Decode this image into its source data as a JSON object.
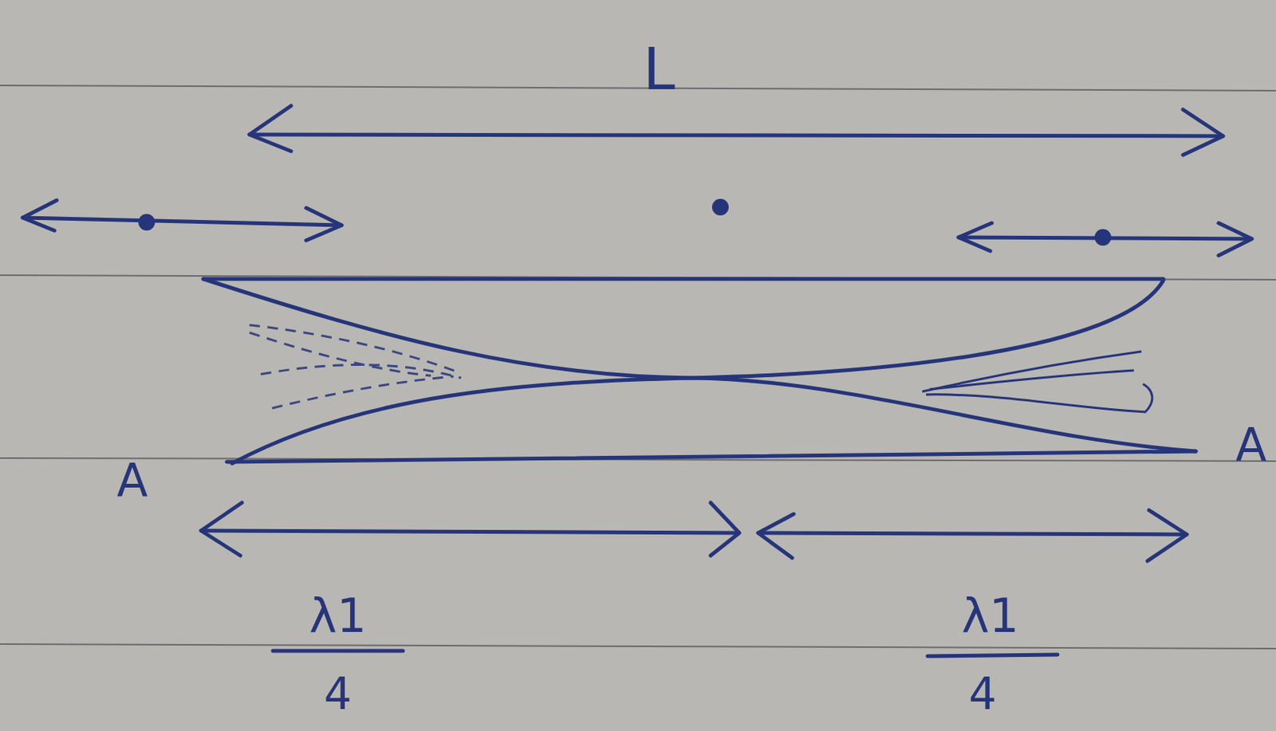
{
  "diagram": {
    "labels": [
      "L",
      "A",
      "A",
      "λ1",
      "4",
      "λ1",
      "4"
    ]
  }
}
